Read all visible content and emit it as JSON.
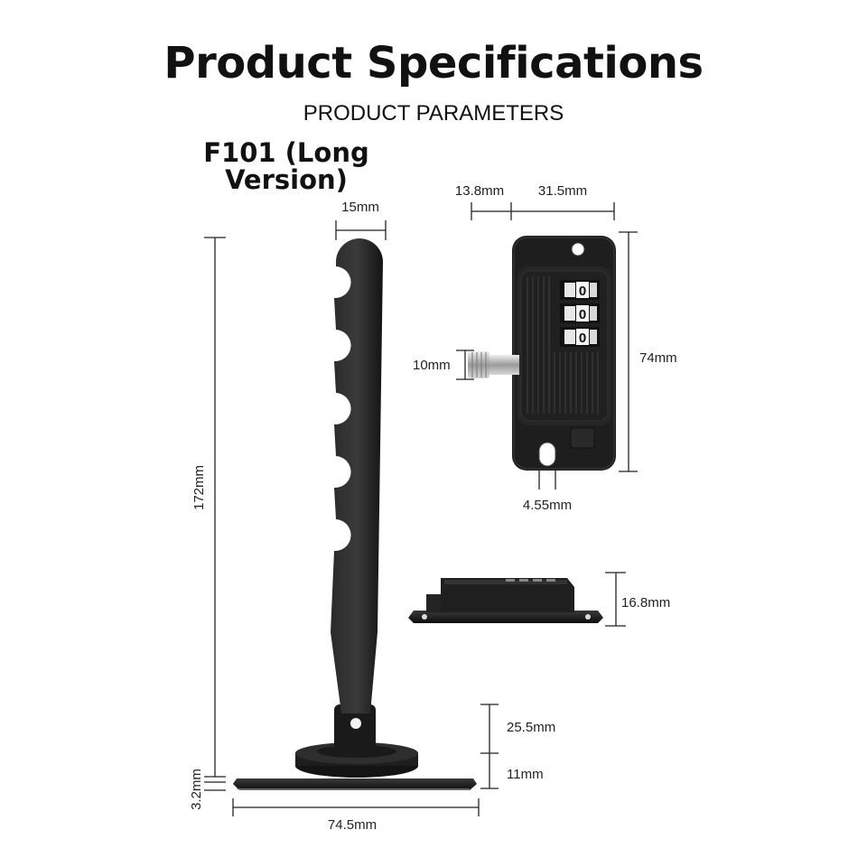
{
  "header": {
    "title": "Product Specifications",
    "subtitle": "PRODUCT PARAMETERS"
  },
  "model": {
    "name": "F101 (Long Version)"
  },
  "dimensions": {
    "height_total": "172mm",
    "arm_width": "15mm",
    "base_thickness": "3.2mm",
    "base_width": "74.5mm",
    "hinge_height": "25.5mm",
    "mount_height": "11mm",
    "lock_offset": "13.8mm",
    "lock_width": "31.5mm",
    "lock_height": "74mm",
    "bolt_diameter": "10mm",
    "slot_width": "4.55mm",
    "lock_depth": "16.8mm"
  },
  "lock_dials": [
    "0",
    "0",
    "0"
  ],
  "colors": {
    "product": "#1c1c1c",
    "dimension_line": "#222222",
    "background": "#ffffff"
  }
}
